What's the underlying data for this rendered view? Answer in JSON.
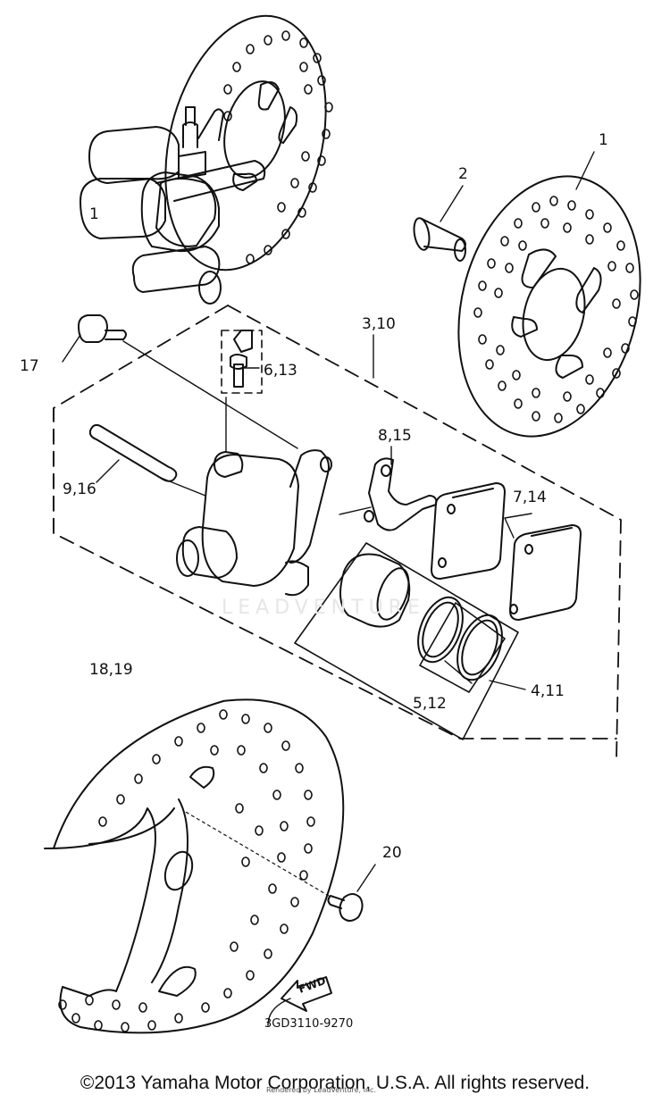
{
  "callouts": {
    "c1_top": "1",
    "c1_left": "1",
    "c2": "2",
    "c3_10": "3,10",
    "c17": "17",
    "c6_13": "6,13",
    "c8_15": "8,15",
    "c7_14": "7,14",
    "c9_16": "9,16",
    "c18_19": "18,19",
    "c5_12": "5,12",
    "c4_11": "4,11",
    "c20": "20"
  },
  "fwd_label": "FWD",
  "drawing_number": "3GD3110-9270",
  "watermark": "LEADVENTURE",
  "copyright": "©2013 Yamaha Motor Corporation, U.S.A. All rights reserved.",
  "rendered_by": "Rendered by LeadVenture, Inc."
}
